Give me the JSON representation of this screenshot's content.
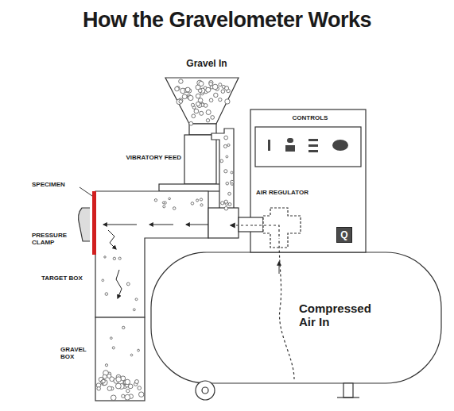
{
  "diagram": {
    "title": "How the Gravelometer Works",
    "nodes": [
      {
        "text": [
          "Q"
        ]
      }
    ],
    "labels": [
      "Gravel In",
      "CONTROLS",
      "VIBRATORY FEED",
      "AIR REGULATOR",
      "SPECIMEN",
      "PRESSURE CLAMP",
      "TARGET BOX",
      "GRAVEL BOX",
      "Compressed Air In"
    ]
  }
}
